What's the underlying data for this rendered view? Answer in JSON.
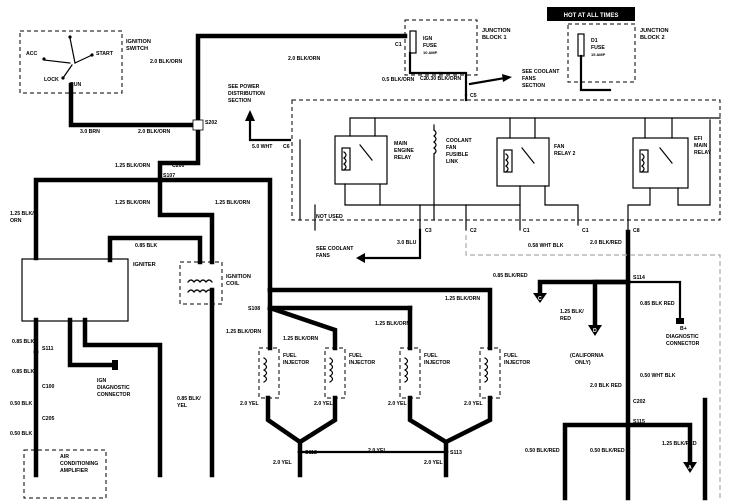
{
  "top_banner": "HOT AT ALL TIMES",
  "ignition_switch": {
    "title1": "IGNITION",
    "title2": "SWITCH",
    "acc": "ACC",
    "start": "START",
    "lock": "LOCK",
    "run": "RUN"
  },
  "junction_block_1": {
    "title1": "JUNCTION",
    "title2": "BLOCK 1",
    "fuse1": "IGN",
    "fuse2": "FUSE",
    "fuse3": "10 AMP"
  },
  "junction_block_2": {
    "title1": "JUNCTION",
    "title2": "BLOCK 2",
    "fuse1": "D1",
    "fuse2": "FUSE",
    "fuse3": "15 AMP"
  },
  "see_coolant_fans_top": [
    "SEE COOLANT",
    "FANS",
    "SECTION"
  ],
  "see_power": [
    "SEE POWER",
    "DISTRIBUTION",
    "SECTION"
  ],
  "see_coolant_fans_mid": [
    "SEE COOLANT",
    "FANS"
  ],
  "relays": {
    "main": [
      "MAIN",
      "ENGINE",
      "RELAY"
    ],
    "fusible": [
      "COOLANT",
      "FAN",
      "FUSIBLE",
      "LINK"
    ],
    "fan2": [
      "FAN",
      "RELAY 2"
    ],
    "efi": [
      "EFI",
      "MAIN",
      "RELAY"
    ]
  },
  "not_used": "NOT USED",
  "igniter": "IGNITER",
  "ignition_coil": [
    "IGNITION",
    "COIL"
  ],
  "fuel_injector": [
    "FUEL",
    "INJECTOR"
  ],
  "ign_diag": [
    "IGN",
    "DIAGNOSTIC",
    "CONNECTOR"
  ],
  "ac_amp": [
    "AIR",
    "CONDITIONING",
    "AMPLIFIER"
  ],
  "diag_conn": [
    "B+",
    "DIAGNOSTIC",
    "CONNECTOR"
  ],
  "california": [
    "(CALIFORNIA",
    "ONLY)"
  ],
  "splices": {
    "s202": "S202",
    "s107": "S107",
    "s108": "S108",
    "s111": "S111",
    "s112": "S112",
    "s113": "S113",
    "s114": "S114",
    "s115": "S115"
  },
  "connectors": {
    "c1": "C1",
    "c2": "C2",
    "c3": "C3",
    "c5": "C5",
    "c6": "C6",
    "c8": "C8",
    "c100": "C100",
    "c200": "C200",
    "c202": "C202",
    "c205": "C205"
  },
  "wire_labels": {
    "w20blkorn_a": "2.0 BLK/ORN",
    "w20blkorn_b": "2.0 BLK/ORN",
    "w20blkorn_c": "2.0 BLK/ORN",
    "w05blkorn": "0.5 BLK/ORN",
    "w030blkorn": "0.30 BLK/ORN",
    "w30brn": "3.0 BRN",
    "w50wht": "5.0 WHT",
    "w125blkorn_a": "1.25 BLK/ORN",
    "w125blkorn_b": "1.25 BLK/ORN",
    "w125blkorn_c": "1.25 BLK/ORN",
    "w125blkorn_d": "1.25 BLK/ORN",
    "w125blkorn_e": "1.25 BLK/ORN",
    "w125blkorn_f": "1.25 BLK/ORN",
    "w125blkorn_g": "1.25 BLK/ORN",
    "w125blk": "1.25 BLK/",
    "worn": "ORN",
    "w085blk_a": "0.85 BLK",
    "w085blk_b": "0.85 BLK",
    "w085blk_c": "0.85 BLK",
    "w085blk_yel1": "0.85 BLK/",
    "w085blk_yel2": "YEL",
    "w050blk_a": "0.50 BLK",
    "w050blk_b": "0.50 BLK",
    "w30blu": "3.0 BLU",
    "w058whtblk": "0.58 WHT BLK",
    "w20blkred_a": "2.0 BLK/RED",
    "w20blkred_b": "2.0 BLK RED",
    "w085blkred_a": "0.85 BLK/RED",
    "w085blkred_b": "0.85 BLK RED",
    "w125blkred1": "1.25 BLK/",
    "w125blkred2": "RED",
    "w125blkred_c": "1.25 BLK/RED",
    "w050whtblk": "0.50 WHT BLK",
    "w050blkred_a": "0.50 BLK/RED",
    "w050blkred_b": "0.50 BLK/RED",
    "w20yel_a": "2.0 YEL",
    "w20yel_b": "2.0 YEL",
    "w20yel_c": "2.0 YEL",
    "w20yel_d": "2.0 YEL",
    "w20yel_e": "2.0 YEL",
    "w20yel_f": "2.0 YEL",
    "w20yel_g": "2.0 YEL"
  },
  "arrow_letters": {
    "a": "A",
    "c": "C",
    "d": "D"
  }
}
